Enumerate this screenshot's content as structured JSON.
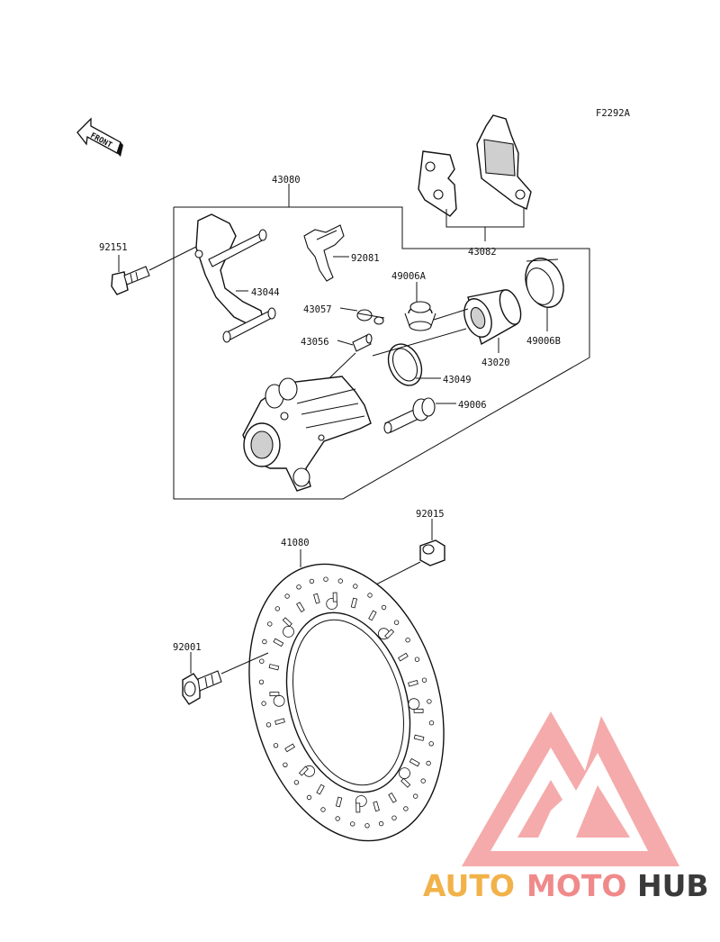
{
  "figure_code": "F2292A",
  "front_label": "FRONT",
  "parts": {
    "p43080": "43080",
    "p43082": "43082",
    "p92151": "92151",
    "p92081": "92081",
    "p43044": "43044",
    "p49006A": "49006A",
    "p43057": "43057",
    "p43056": "43056",
    "p43020": "43020",
    "p49006B": "49006B",
    "p43049": "43049",
    "p49006": "49006",
    "p92015": "92015",
    "p41080": "41080",
    "p92001": "92001"
  },
  "watermark": {
    "part1": "AUTO",
    "part2": "MOTO",
    "part3": "HUB",
    "colors": {
      "auto": "#f2b24a",
      "moto": "#f08a8a",
      "hub": "#3a3a3a",
      "logo": "#f4a3a3"
    }
  }
}
